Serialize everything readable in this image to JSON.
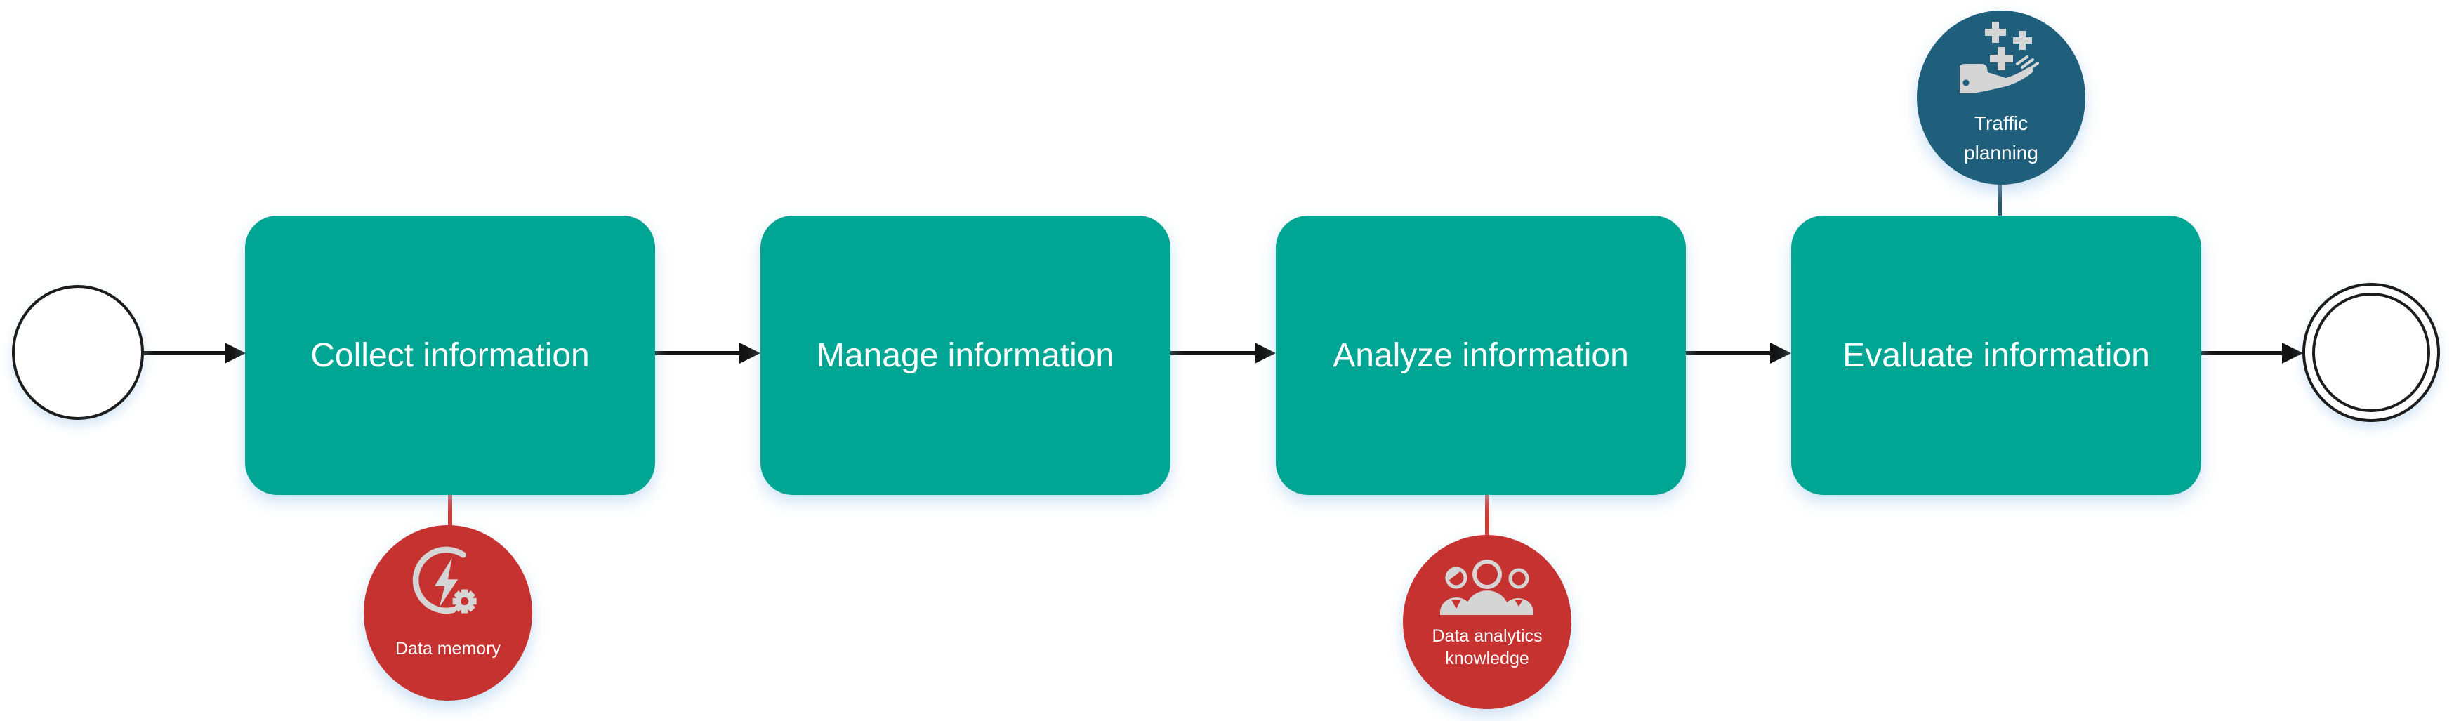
{
  "diagram": {
    "type": "bpmn-process",
    "tasks": [
      {
        "label": "Collect information"
      },
      {
        "label": "Manage information"
      },
      {
        "label": "Analyze information"
      },
      {
        "label": "Evaluate information"
      }
    ],
    "badges": [
      {
        "icon": "power-gear-icon",
        "color": "#C53230",
        "lines": [
          "Data memory"
        ]
      },
      {
        "icon": "team-icon",
        "color": "#C53230",
        "lines": [
          "Data analytics",
          "knowledge"
        ]
      },
      {
        "icon": "hand-sparkles-icon",
        "color": "#1F5F7C",
        "lines": [
          "Traffic",
          "planning"
        ]
      }
    ],
    "events": {
      "start": {
        "shape": "single-circle"
      },
      "end": {
        "shape": "double-circle"
      }
    },
    "colors": {
      "task_fill": "#00A693",
      "task_text": "#FFFFFF",
      "badge_red": "#C53230",
      "badge_blue": "#1F5F7C",
      "icon_gray": "#D5D5D5",
      "arrow_black": "#141414",
      "connector_red": "#CF3A33",
      "connector_blue": "#2B536B",
      "event_stroke": "#1C1C1C",
      "background": "#FFFFFF"
    }
  }
}
